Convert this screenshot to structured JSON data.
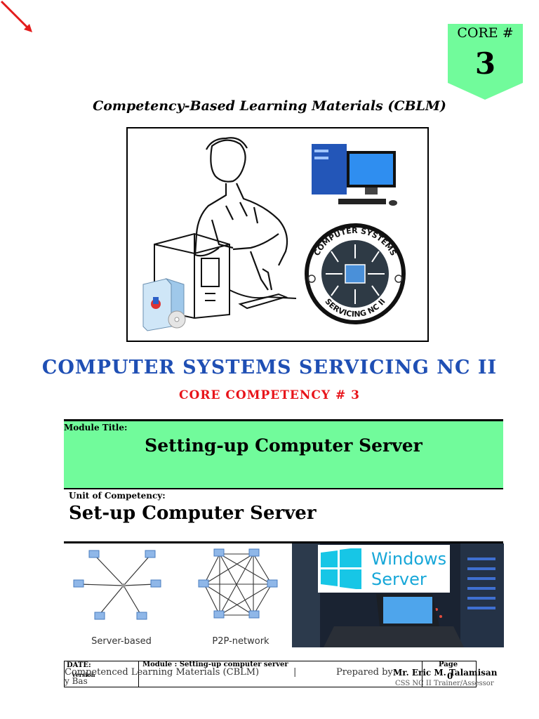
{
  "badge": {
    "label": "CORE #",
    "number": "3"
  },
  "header": {
    "cblm_title": "Competency-Based Learning Materials (CBLM)"
  },
  "cover_art": {
    "logo_top": "COMPUTER SYSTEMS",
    "logo_bottom": "SERVICING NC II"
  },
  "main": {
    "title": "COMPUTER SYSTEMS SERVICING NC II",
    "core_competency": "CORE COMPETENCY # 3"
  },
  "module": {
    "label": "Module Title:",
    "title": "Setting-up Computer Server"
  },
  "unit": {
    "label": "Unit of Competency:",
    "title": "Set-up Computer Server"
  },
  "network_diagram": {
    "left_caption": "Server-based",
    "right_caption": "P2P-network"
  },
  "server_image": {
    "line1": "Windows",
    "line2": "Server"
  },
  "footer": {
    "date_label": "DATE:",
    "version_label": "Version",
    "module_label": "Module : Setting-up computer server",
    "page_label": "Page",
    "page_no": "0",
    "overlay_text": "Competenced Learning Materials (CBLM)",
    "overlay_sub": "y Bas",
    "pipe": "|",
    "prepared_label": "Prepared by:",
    "prepared_name": "Mr. Eric M. Talamisan",
    "prepared_role": "CSS NC II Trainer/Assessor"
  },
  "colors": {
    "title_blue": "#1f4fb4",
    "core_red": "#e8141a",
    "module_green": "#71fb9b",
    "badge_green": "#71fb9b",
    "windows_blue": "#17a7d8"
  }
}
